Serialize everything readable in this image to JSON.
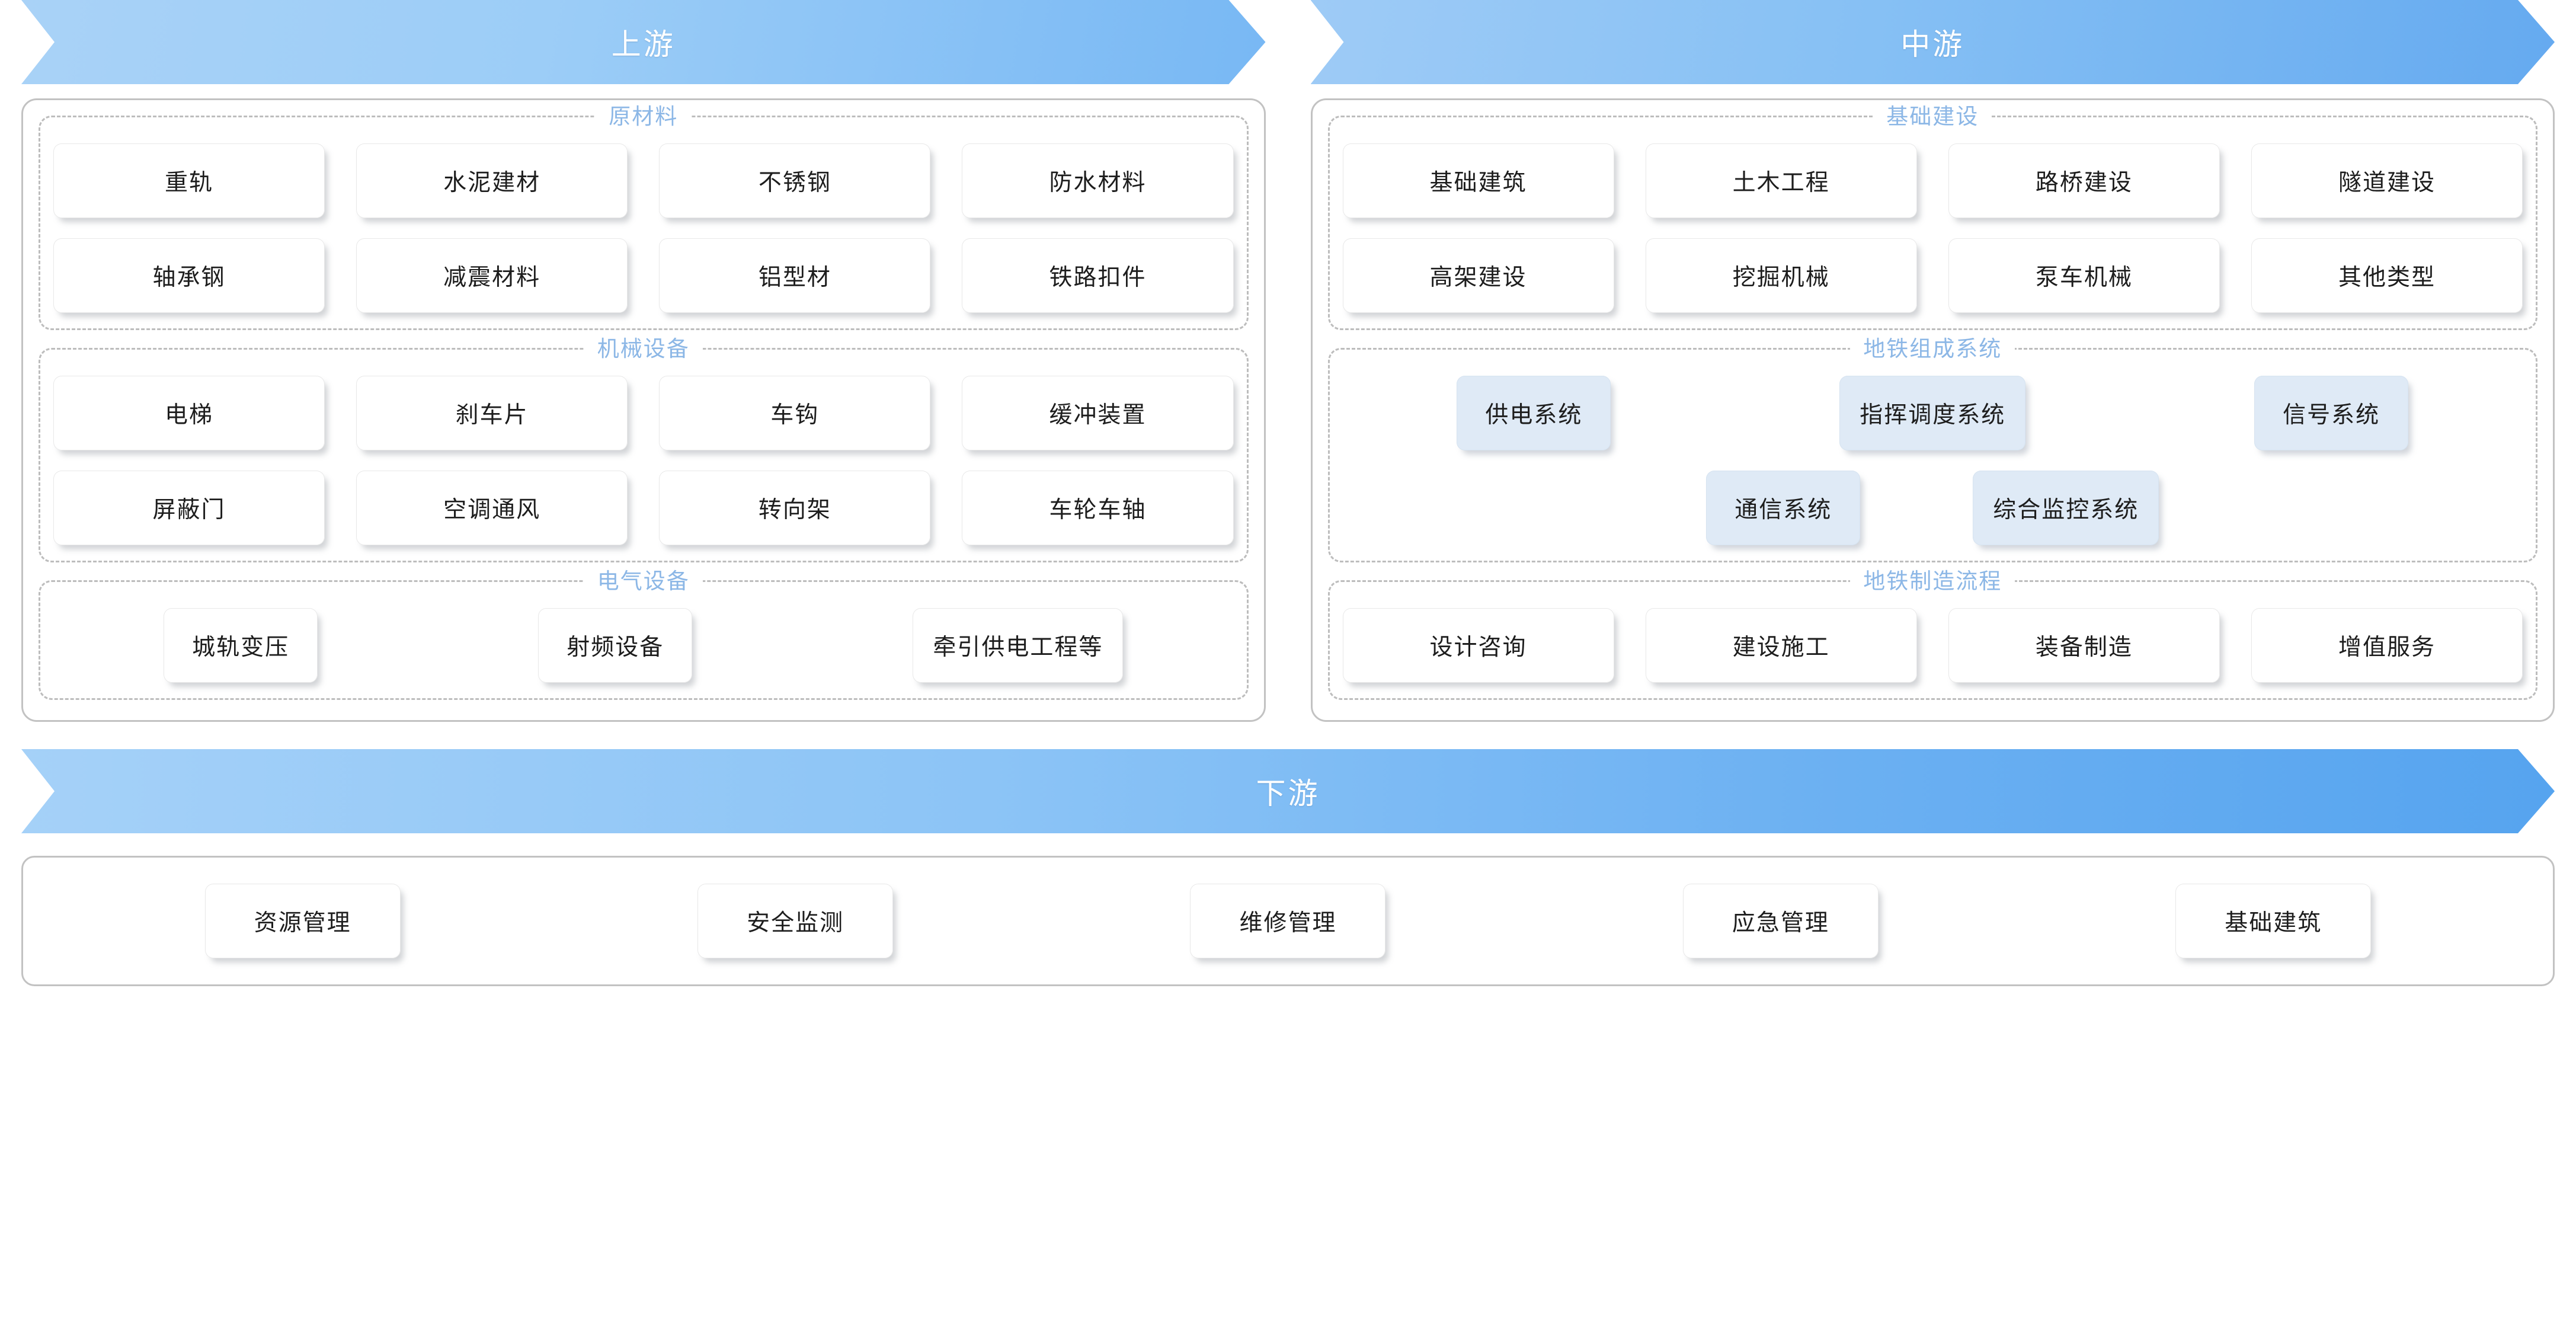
{
  "banners": {
    "upstream": "上游",
    "midstream": "中游",
    "downstream": "下游"
  },
  "colors": {
    "banner_blue": "#8cc4f6",
    "legend_blue": "#8cb7e6",
    "card_blue": "#dfeaf6",
    "panel_border": "#c2c2c2",
    "group_border": "#bdbdbd"
  },
  "upstream": {
    "groups": [
      {
        "title": "原材料",
        "rows": [
          [
            "重轨",
            "水泥建材",
            "不锈钢",
            "防水材料"
          ],
          [
            "轴承钢",
            "减震材料",
            "铝型材",
            "铁路扣件"
          ]
        ]
      },
      {
        "title": "机械设备",
        "rows": [
          [
            "电梯",
            "刹车片",
            "车钩",
            "缓冲装置"
          ],
          [
            "屏蔽门",
            "空调通风",
            "转向架",
            "车轮车轴"
          ]
        ]
      },
      {
        "title": "电气设备",
        "rows": [
          [
            "城轨变压",
            "射频设备",
            "牵引供电工程等"
          ]
        ]
      }
    ]
  },
  "midstream": {
    "groups": [
      {
        "title": "基础建设",
        "rows": [
          [
            "基础建筑",
            "土木工程",
            "路桥建设",
            "隧道建设"
          ],
          [
            "高架建设",
            "挖掘机械",
            "泵车机械",
            "其他类型"
          ]
        ]
      },
      {
        "title": "地铁组成系统",
        "rows": [
          [
            "供电系统",
            "指挥调度系统",
            "信号系统"
          ],
          [
            "通信系统",
            "综合监控系统"
          ]
        ]
      },
      {
        "title": "地铁制造流程",
        "rows": [
          [
            "设计咨询",
            "建设施工",
            "装备制造",
            "增值服务"
          ]
        ]
      }
    ]
  },
  "downstream": {
    "items": [
      "资源管理",
      "安全监测",
      "维修管理",
      "应急管理",
      "基础建筑"
    ]
  }
}
